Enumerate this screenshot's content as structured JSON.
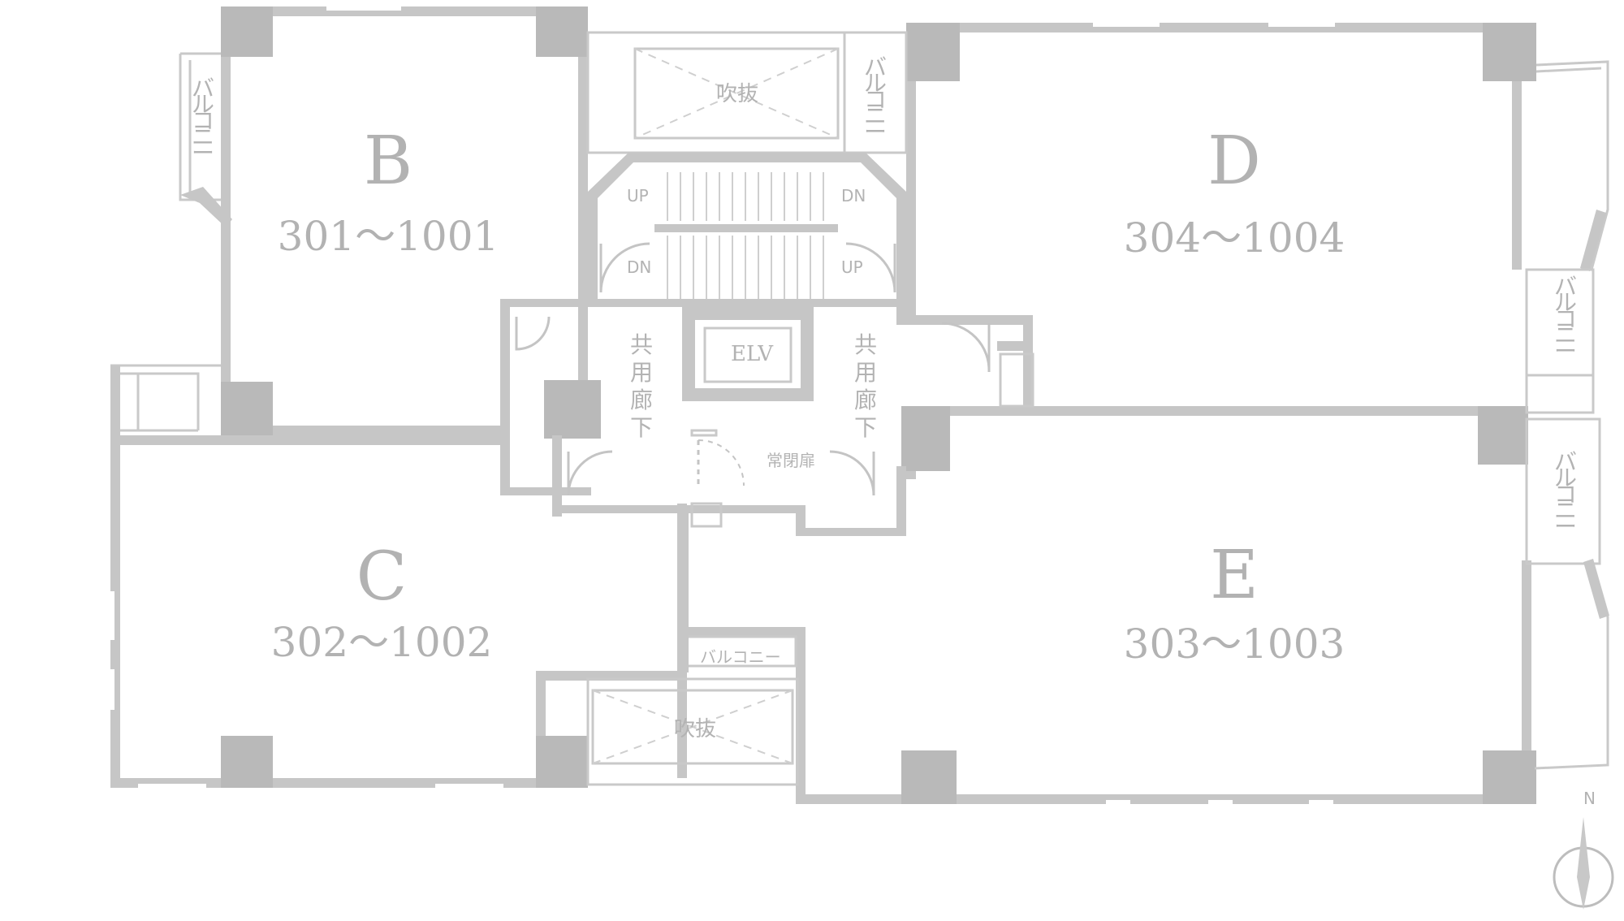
{
  "units": [
    {
      "letter": "B",
      "range": "301〜1001"
    },
    {
      "letter": "D",
      "range": "304〜1004"
    },
    {
      "letter": "C",
      "range": "302〜1002"
    },
    {
      "letter": "E",
      "range": "303〜1003"
    }
  ],
  "labels": {
    "void": "吹抜",
    "balcony": "バルコニー",
    "elevator": "ELV",
    "corridor": "共用廊下",
    "closed_door": "常閉扉",
    "up": "UP",
    "down": "DN",
    "north": "N"
  }
}
